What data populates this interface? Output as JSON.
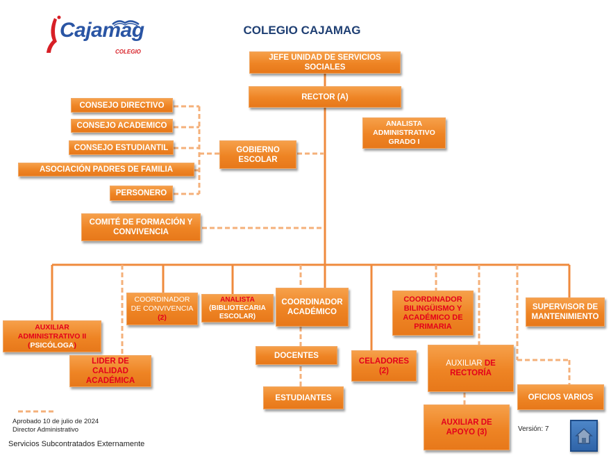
{
  "title": "COLEGIO CAJAMAG",
  "logo": {
    "name": "Cajamag",
    "sub": "COLEGIO"
  },
  "nodes": {
    "jefe": "JEFE UNIDAD DE SERVICIOS\nSOCIALES",
    "rector": "RECTOR (A)",
    "analista_adm": "ANALISTA\nADMINISTRATIVO\nGRADO I",
    "consejo_directivo": "CONSEJO DIRECTIVO",
    "consejo_academico": "CONSEJO ACADEMICO",
    "consejo_estudiantil": "CONSEJO ESTUDIANTIL",
    "asociacion_padres": "ASOCIACIÓN  PADRES DE FAMILIA",
    "personero": "PERSONERO",
    "gobierno_escolar": "GOBIERNO\nESCOLAR",
    "comite": "COMITÉ DE FORMACIÓN Y\nCONVIVENCIA",
    "coord_conv_1": "COORDINADOR\nDE CONVIVENCIA",
    "coord_conv_2": "(2)",
    "analista_biblio_1": "ANALISTA",
    "analista_biblio_2": "(BIBLIOTECARIA\nESCOLAR)",
    "coord_academico": "COORDINADOR\nACADÉMICO",
    "docentes": "DOCENTES",
    "estudiantes": "ESTUDIANTES",
    "celadores": "CELADORES\n(2)",
    "coord_bilingue": "COORDINADOR\nBILINGÜISMO Y\nACADÉMICO DE\nPRIMARIA",
    "auxiliar_rect_1": "AUXILIAR ",
    "auxiliar_rect_2": "DE\nRECTORÍA",
    "supervisor": "SUPERVISOR DE\nMANTENIMIENTO",
    "oficios": "OFICIOS VARIOS",
    "aux_adm_1": "AUXILIAR\nADMINISTRATIVO II\n(",
    "aux_adm_2": "PSICÓLOGA",
    "aux_adm_3": ")",
    "lider_calidad": "LIDER DE CALIDAD\nACADÉMICA",
    "auxiliar_apoyo": "AUXILIAR DE\nAPOYO   (3)"
  },
  "legend": {
    "text": "Servicios Subcontratados Externamente"
  },
  "approval": {
    "line1": "Aprobado 10 de julio de 2024",
    "line2": "Director Administrativo"
  },
  "version": "Versión: 7",
  "colors": {
    "box": "#ee8424",
    "line": "#ef8a3c",
    "dashed": "#f4b07a",
    "title": "#1f3f73",
    "red_text": "#e3001b"
  }
}
